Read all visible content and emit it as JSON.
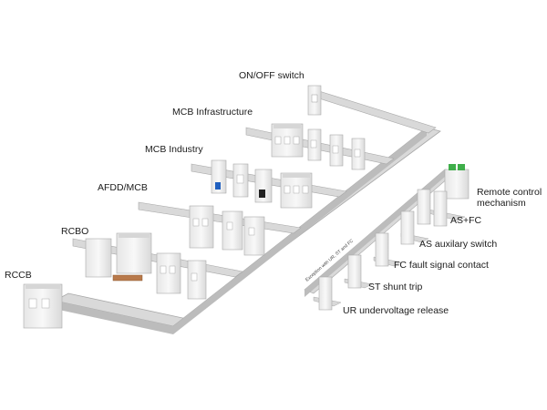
{
  "labels": {
    "on_off_switch": "ON/OFF switch",
    "mcb_infrastructure": "MCB Infrastructure",
    "mcb_industry": "MCB Industry",
    "afdd_mcb": "AFDD/MCB",
    "rcbo": "RCBO",
    "rccb": "RCCB",
    "remote_control_line1": "Remote control",
    "remote_control_line2": "mechanism",
    "as_fc": "AS+FC",
    "as_auxiliary_switch": "AS auxilary switch",
    "fc_fault_signal_contact": "FC fault signal contact",
    "st_shunt_trip": "ST shunt trip",
    "ur_undervoltage_release": "UR undervoltage release",
    "exception_note": "Exception with UR, ST and FC"
  },
  "colors": {
    "rail_top": "#d9d9d9",
    "rail_side": "#bcbcbc",
    "rail_edge": "#a8a8a8",
    "device_body": "#f1f1f1",
    "device_shade": "#d6d6d6",
    "blue_handle": "#1f5fbf",
    "black_handle": "#222222",
    "green_terminal": "#3fae4a",
    "copper_busbar": "#b8794a"
  }
}
